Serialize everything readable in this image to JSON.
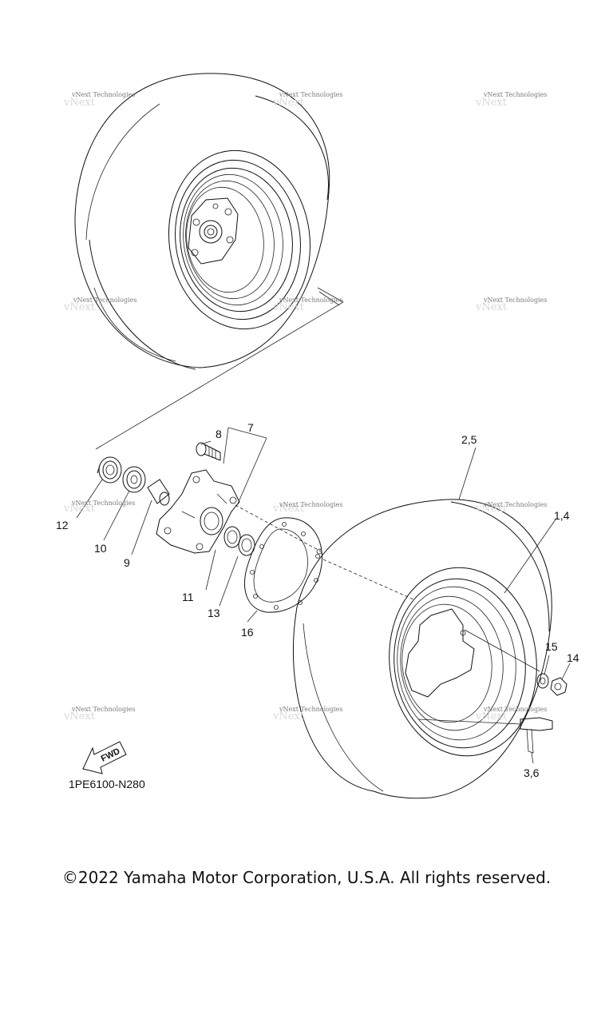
{
  "watermark_text": "vNext Technologies",
  "diagram_code": "1PE6100-N280",
  "fwd_label": "FWD",
  "copyright": "©2022 Yamaha Motor Corporation, U.S.A. All rights reserved.",
  "callouts": {
    "c7": "7",
    "c8": "8",
    "c12": "12",
    "c10": "10",
    "c9": "9",
    "c11": "11",
    "c13": "13",
    "c16": "16",
    "c2_5": "2,5",
    "c1_4": "1,4",
    "c15": "15",
    "c14": "14",
    "c3_6": "3,6"
  }
}
